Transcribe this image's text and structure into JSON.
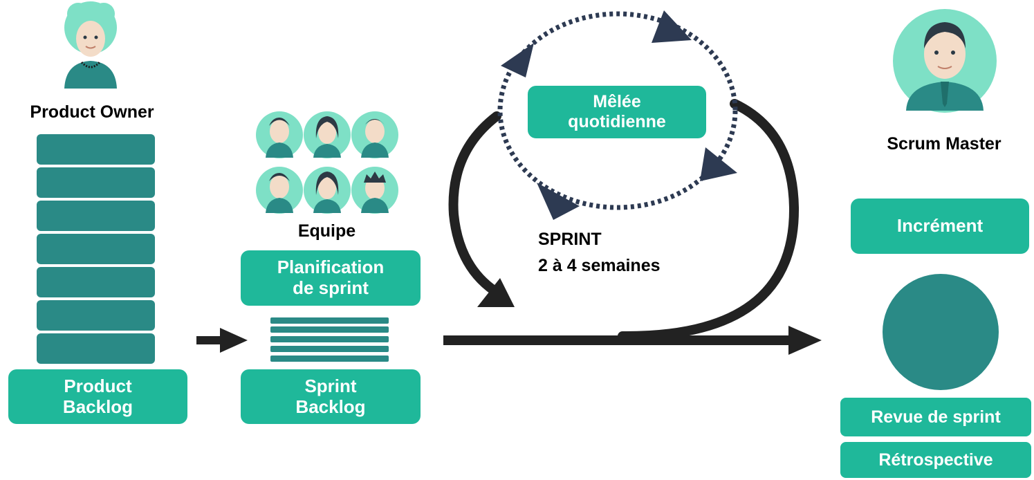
{
  "roles": {
    "product_owner": "Product Owner",
    "team": "Equipe",
    "scrum_master": "Scrum Master"
  },
  "artifacts": {
    "product_backlog": [
      "Product",
      "Backlog"
    ],
    "sprint_planning": [
      "Planification",
      "de sprint"
    ],
    "sprint_backlog": [
      "Sprint",
      "Backlog"
    ],
    "daily_scrum": [
      "Mêlée",
      "quotidienne"
    ],
    "increment": "Incrément",
    "sprint_review": "Revue de sprint",
    "retrospective": "Rétrospective"
  },
  "sprint": {
    "title": "SPRINT",
    "duration": "2 à 4 semaines"
  },
  "colors": {
    "green": "#1fb89a",
    "teal": "#2a8a86",
    "arrow": "#222222",
    "dotted": "#2d3a52"
  }
}
